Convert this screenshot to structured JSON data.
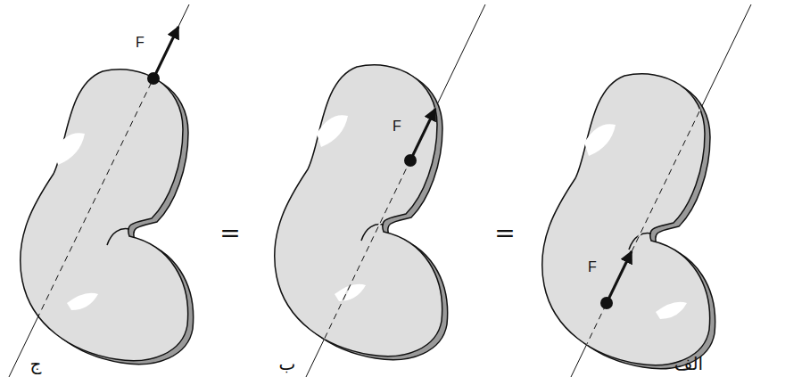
{
  "diagram": {
    "labels": [
      "F",
      "F",
      "F",
      "=",
      "=",
      "ج",
      "ب",
      "الف"
    ]
  }
}
